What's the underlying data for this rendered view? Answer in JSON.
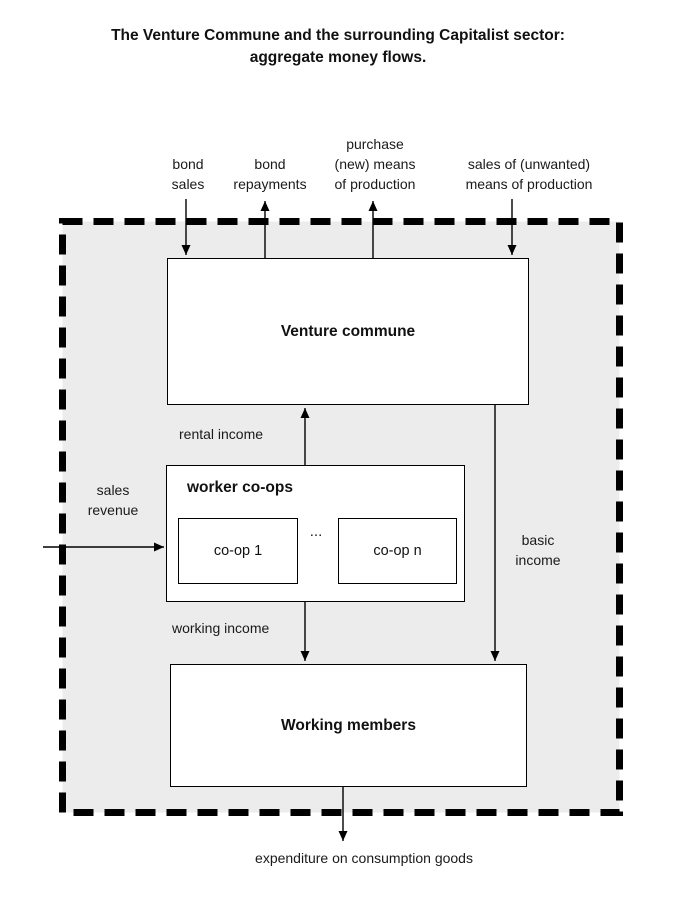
{
  "title": {
    "line1": "The Venture Commune and the surrounding Capitalist sector:",
    "line2": "aggregate money flows."
  },
  "top_labels": [
    {
      "id": "bond-sales",
      "lines": [
        "bond",
        "sales"
      ]
    },
    {
      "id": "bond-repayments",
      "lines": [
        "bond",
        "repayments"
      ]
    },
    {
      "id": "purchase-means",
      "lines": [
        "purchase",
        "(new) means",
        "of production"
      ]
    },
    {
      "id": "sales-unwanted",
      "lines": [
        "sales of (unwanted)",
        "means of production"
      ]
    }
  ],
  "boxes": {
    "venture_commune": "Venture commune",
    "worker_coops": "worker co-ops",
    "coop_1": "co-op 1",
    "coop_dots": "...",
    "coop_n": "co-op n",
    "working_members": "Working members"
  },
  "flow_labels": {
    "rental_income": "rental income",
    "sales_revenue_line1": "sales",
    "sales_revenue_line2": "revenue",
    "basic_income_line1": "basic",
    "basic_income_line2": "income",
    "working_income": "working income",
    "expenditure": "expenditure on consumption goods"
  },
  "colors": {
    "region_fill": "#ececec",
    "line": "#000000",
    "background": "#ffffff"
  }
}
